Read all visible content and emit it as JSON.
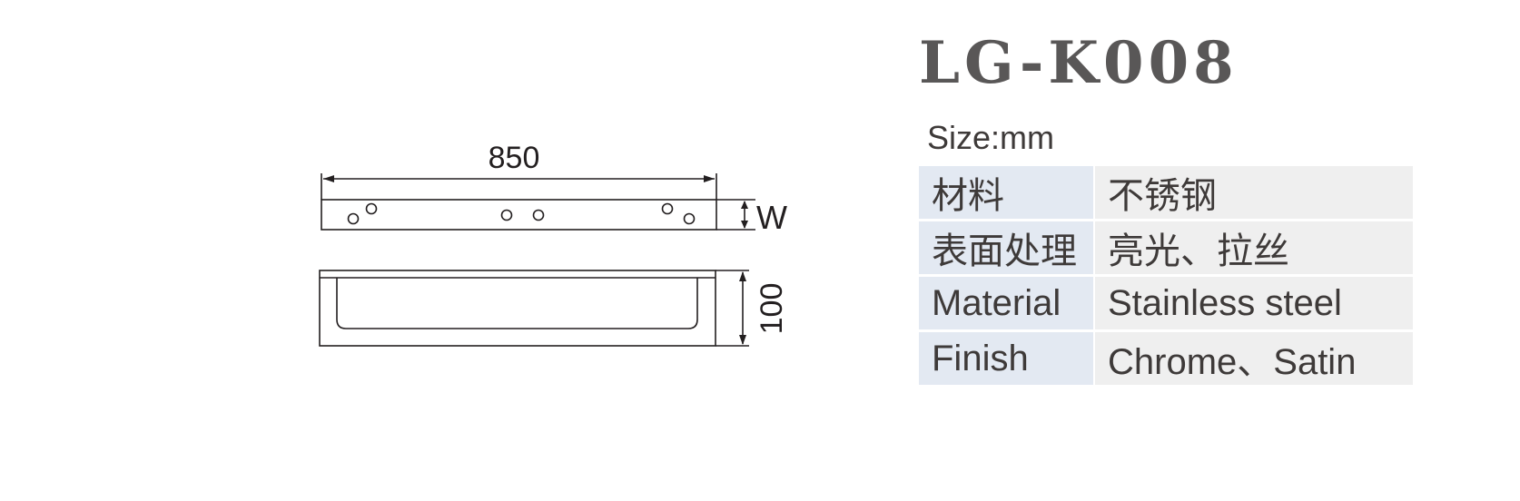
{
  "product": {
    "model": "LG-K008",
    "size_unit": "Size:mm"
  },
  "drawing": {
    "length_label": "850",
    "width_label": "W",
    "height_label": "100"
  },
  "specs": [
    {
      "key": "材料",
      "value": "不锈钢"
    },
    {
      "key": "表面处理",
      "value": "亮光、拉丝"
    },
    {
      "key": "Material",
      "value": "Stainless steel"
    },
    {
      "key": "Finish",
      "value": "Chrome、Satin"
    }
  ],
  "colors": {
    "line": "#231f20",
    "title": "#595757",
    "key_cell": "#e3e9f2",
    "value_cell": "#efefef"
  }
}
